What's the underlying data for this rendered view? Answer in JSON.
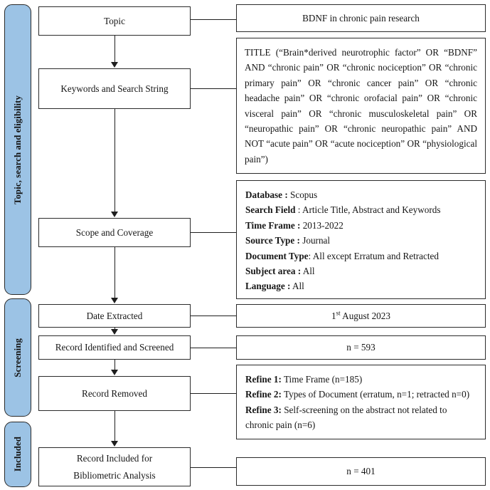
{
  "diagram": {
    "title": "BDNF in chronic pain research methodology flowchart",
    "accent_color": "#9CC3E5",
    "line_color": "#1e1e1e",
    "box_border_color": "#2b2b2b",
    "background": "#ffffff"
  },
  "stages": [
    {
      "id": "stage-topic-search-eligibility",
      "label": "Topic, search and eligibility"
    },
    {
      "id": "stage-screening",
      "label": "Screening"
    },
    {
      "id": "stage-included",
      "label": "Included"
    }
  ],
  "nodes": [
    {
      "id": "node-topic",
      "label": "Topic"
    },
    {
      "id": "node-keywords",
      "label": "Keywords and Search String"
    },
    {
      "id": "node-scope",
      "label": "Scope and Coverage"
    },
    {
      "id": "node-date-extracted",
      "label": "Date Extracted"
    },
    {
      "id": "node-record-identified",
      "label": "Record Identified and Screened"
    },
    {
      "id": "node-record-removed",
      "label": "Record Removed"
    },
    {
      "id": "node-record-included",
      "label_line1": "Record Included for",
      "label_line2": "Bibliometric Analysis"
    }
  ],
  "details": {
    "topic_value": "BDNF in chronic pain research",
    "search_string": "TITLE (“Brain*derived neurotrophic factor” OR “BDNF” AND “chronic pain” OR “chronic nociception” OR “chronic primary pain” OR “chronic cancer pain” OR “chronic headache pain” OR “chronic orofacial pain” OR “chronic visceral pain” OR “chronic musculoskeletal pain” OR “neuropathic pain” OR “chronic neuropathic pain” AND NOT “acute pain” OR “acute nociception” OR “physiological pain”)",
    "scope_rows": [
      {
        "key": "Database :",
        "value": "Scopus"
      },
      {
        "key": "Search Field",
        "value": ": Article Title, Abstract and Keywords"
      },
      {
        "key": "Time Frame :",
        "value": "2013-2022"
      },
      {
        "key": "Source Type :",
        "value": "Journal"
      },
      {
        "key": "Document Type",
        "value": ": All except Erratum and Retracted"
      },
      {
        "key": "Subject area :",
        "value": "All"
      },
      {
        "key": "Language :",
        "value": "All"
      }
    ],
    "date_extracted_value_prefix": "1",
    "date_extracted_value_sup": "st",
    "date_extracted_value_suffix": " August 2023",
    "record_identified_value": "n = 593",
    "refine_rows": [
      {
        "key": "Refine 1:",
        "value": " Time Frame (n=185)"
      },
      {
        "key": "Refine 2:",
        "value": " Types of Document (erratum, n=1; retracted n=0)"
      },
      {
        "key": "Refine 3:",
        "value": " Self-screening on the abstract not related to chronic pain (n=6)"
      }
    ],
    "record_included_value": "n = 401"
  }
}
